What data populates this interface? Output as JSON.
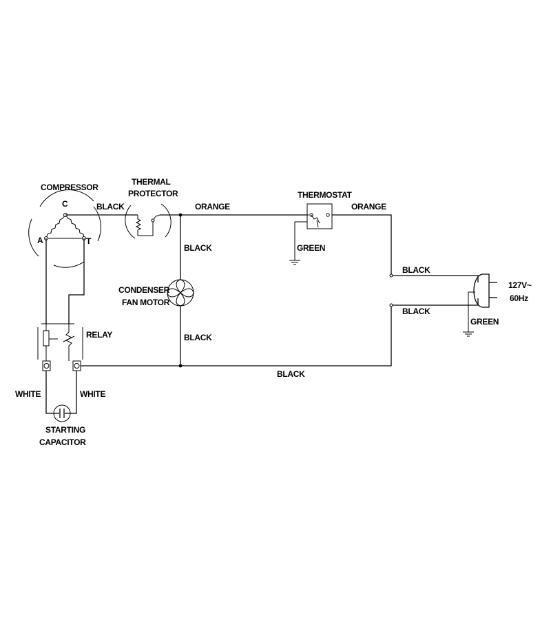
{
  "components": {
    "compressor": {
      "label": "COMPRESSOR",
      "terminals": {
        "c": "C",
        "a": "A",
        "t": "T"
      }
    },
    "thermal_protector": {
      "line1": "THERMAL",
      "line2": "PROTECTOR"
    },
    "thermostat": {
      "label": "THERMOSTAT"
    },
    "condenser_fan_motor": {
      "line1": "CONDENSER",
      "line2": "FAN MOTOR"
    },
    "relay": {
      "label": "RELAY"
    },
    "starting_capacitor": {
      "line1": "STARTING",
      "line2": "CAPACITOR"
    },
    "power_plug": {
      "line1": "127V~",
      "line2": "60Hz"
    }
  },
  "wires": {
    "compressor_to_protector": "BLACK",
    "protector_to_thermostat": "ORANGE",
    "thermostat_to_plug": "ORANGE",
    "thermostat_ground": "GREEN",
    "fan_upper": "BLACK",
    "fan_lower": "BLACK",
    "plug_upper": "BLACK",
    "plug_lower": "BLACK",
    "plug_ground": "GREEN",
    "bottom_return": "BLACK",
    "relay_left_capacitor": "WHITE",
    "relay_right_capacitor": "WHITE"
  }
}
